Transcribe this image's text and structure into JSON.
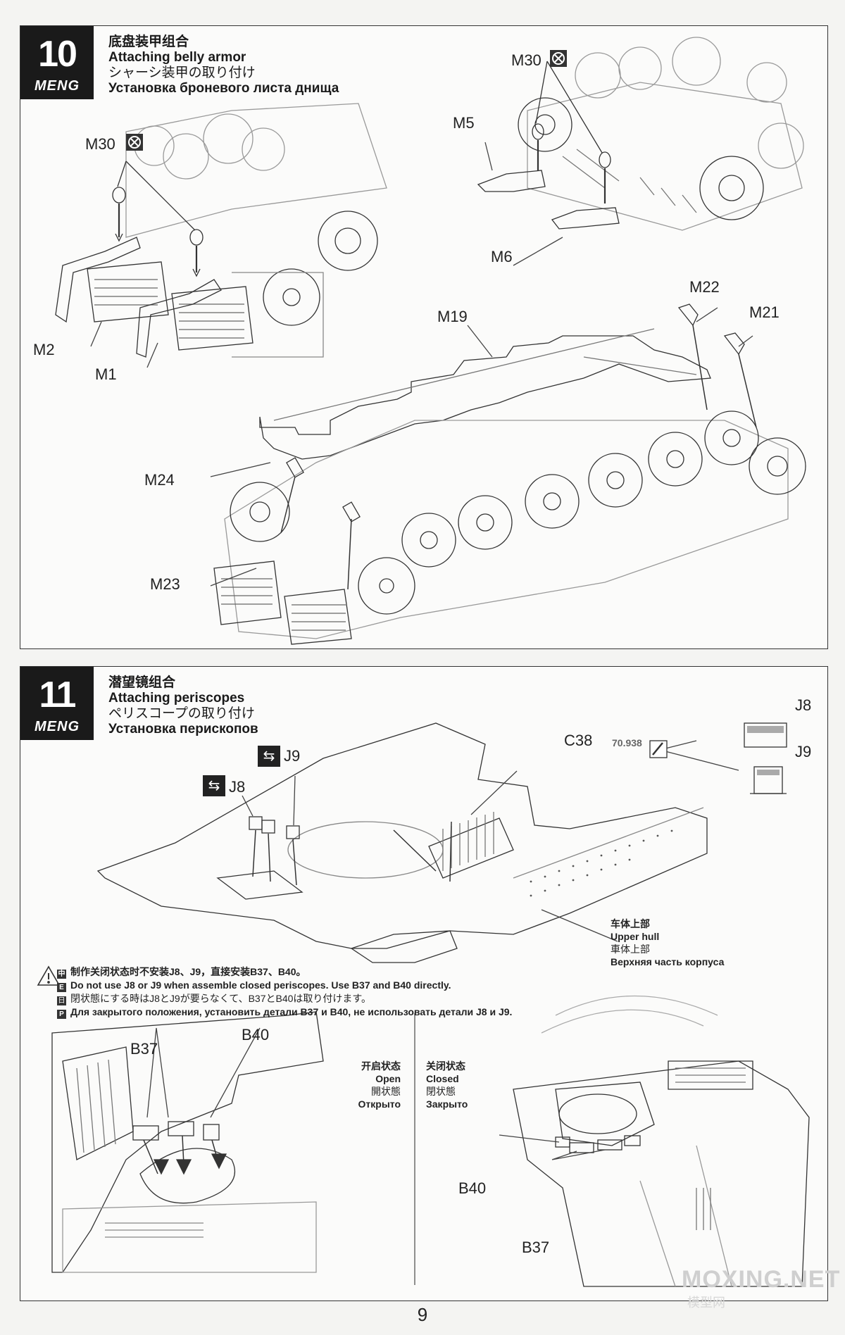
{
  "step10": {
    "number": "10",
    "brand": "MENG",
    "title_zh": "底盘装甲组合",
    "title_en": "Attaching belly armor",
    "title_ja": "シャーシ装甲の取り付け",
    "title_ru": "Установка броневого листа днища",
    "parts": {
      "m30a": "M30",
      "m30b": "M30",
      "m5": "M5",
      "m6": "M6",
      "m2": "M2",
      "m1": "M1",
      "m22": "M22",
      "m21": "M21",
      "m19": "M19",
      "m24": "M24",
      "m23": "M23"
    }
  },
  "step11": {
    "number": "11",
    "brand": "MENG",
    "title_zh": "潜望镜组合",
    "title_en": "Attaching periscopes",
    "title_ja": "ペリスコープの取り付け",
    "title_ru": "Установка перископов",
    "paint_code": "70.938",
    "parts": {
      "j8": "J8",
      "j9": "J9",
      "j8b": "J8",
      "j9b": "J9",
      "c38": "C38",
      "b37": "B37",
      "b40": "B40",
      "b40b": "B40",
      "b37b": "B37"
    },
    "upper_hull": {
      "zh": "车体上部",
      "en": "Upper hull",
      "ja": "車体上部",
      "ru": "Верхняя часть корпуса"
    },
    "notes": [
      "制作关闭状态时不安装J8、J9，直接安装B37、B40。",
      "Do not use J8 or J9 when assemble closed periscopes. Use B37 and B40 directly.",
      "閉状態にする時はJ8とJ9が要らなくて、B37とB40は取り付けます。",
      "Для закрытого положения, установить детали B37 и B40, не использовать детали J8 и J9."
    ],
    "note_marks": [
      "中",
      "E",
      "日",
      "P"
    ],
    "open_state": {
      "zh": "开启状态",
      "en": "Open",
      "ja": "開状態",
      "ru": "Открыто"
    },
    "closed_state": {
      "zh": "关闭状态",
      "en": "Closed",
      "ja": "閉状態",
      "ru": "Закрыто"
    }
  },
  "page_number": "9",
  "watermark": "MOXING.NET",
  "watermark_sub": "模型网"
}
